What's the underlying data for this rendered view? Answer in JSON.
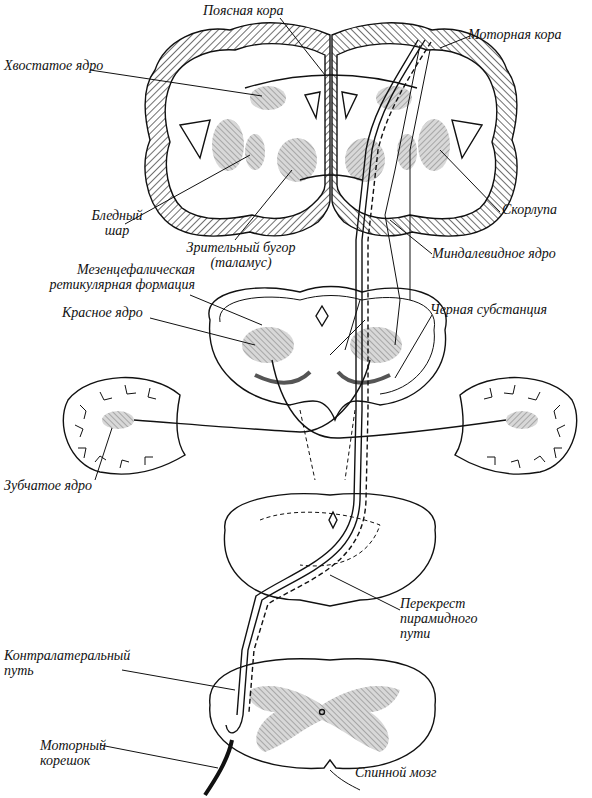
{
  "diagram": {
    "labels": [
      "Поясная кора",
      "Моторная кора",
      "Хвостатое ядро",
      "Бледный шар",
      "Зрительный бугор (таламус)",
      "Скорлупа",
      "Миндалевидное ядро",
      "Мезенцефалическая ретикулярная формация",
      "Красное ядро",
      "Черная субстанция",
      "Зубчатое ядро",
      "Перекрест пирамидного пути",
      "Контралатеральный путь",
      "Моторный корешок",
      "Спинной мозг"
    ]
  }
}
